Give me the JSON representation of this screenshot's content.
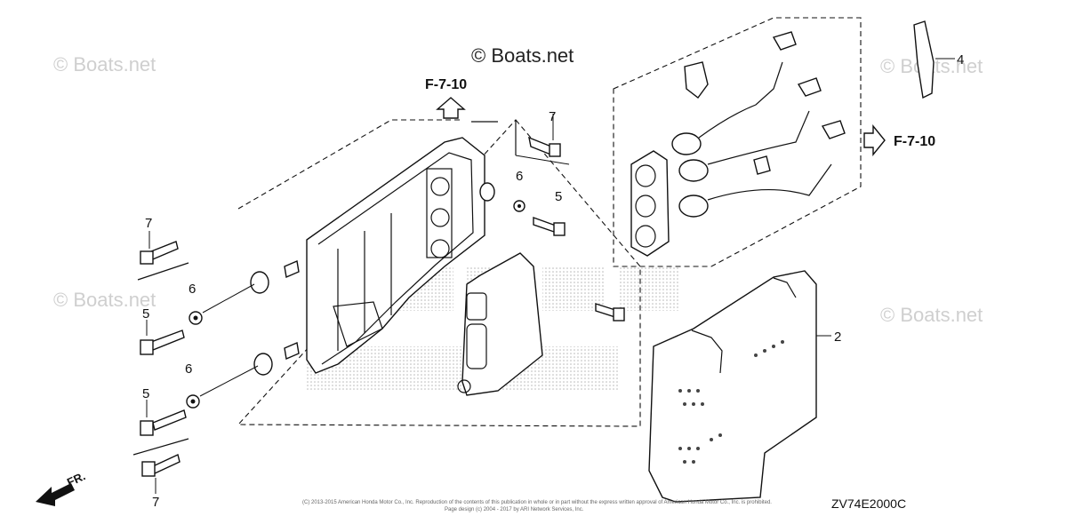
{
  "watermarks": {
    "main": "© Boats.net",
    "faint": "© Boats.net"
  },
  "references": {
    "top": "F-7-10",
    "right": "F-7-10"
  },
  "callouts": {
    "c2": "2",
    "c4": "4",
    "c5_top": "5",
    "c5_left_mid": "5",
    "c5_left_low": "5",
    "c6_top": "6",
    "c6_left_mid": "6",
    "c6_left_low": "6",
    "c7_top": "7",
    "c7_left_top": "7",
    "c7_bottom": "7"
  },
  "front_label": "FR.",
  "diagram_code": "ZV74E2000C",
  "copyright": {
    "line1": "(C) 2013-2015 American Honda Motor Co., Inc. Reproduction of the contents of this publication in whole or in part without the express written approval of American Honda Motor Co., Inc. is prohibited.",
    "line2": "Page design (c) 2004 - 2017 by ARI Network Services, Inc."
  }
}
